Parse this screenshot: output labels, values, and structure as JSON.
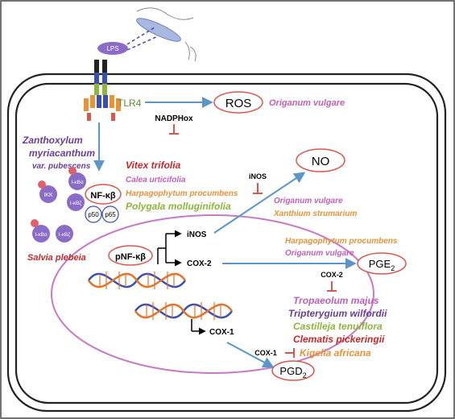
{
  "lps": "LPS",
  "tlr4": "TLR4",
  "ros": "ROS",
  "no": "NO",
  "nadphox": "NADPHox",
  "nf_kb": "NF-κβ",
  "pnf_kb": "pNF-κβ",
  "p50": "p50",
  "p65": "p65",
  "ikk": "IKK",
  "ikba": "I-κBα",
  "ikbz": "I-κBζ",
  "inos": "iNOS",
  "cox2": "COX-2",
  "cox1": "COX-1",
  "pge2": {
    "main": "PGE",
    "sub": "2"
  },
  "pgd2": {
    "main": "PGD",
    "sub": "2"
  },
  "plants": {
    "origanum_vulgare": "Origanum vulgare",
    "zanthoxylum_1": "Zanthoxylum",
    "zanthoxylum_2": "myriacanthum",
    "zanthoxylum_3": "var. pubescens",
    "vitex": "Vitex trifolia",
    "calea": "Calea urticifolia",
    "harpagophytum": "Harpagophytum procumbens",
    "polygala": "Polygala molluginifolia",
    "xanthium": "Xanthium strumarium",
    "salvia": "Salvia plebeia",
    "tropaeolum": "Tropaeolum majus",
    "tripterygium": "Tripterygium wilfordii",
    "castilleja": "Castilleja tenuiflora",
    "clematis": "Clematis pickeringii",
    "kigelia": "Kigelia africana"
  },
  "colors": {
    "arrow": "#5b95c9",
    "inhibit": "#d9574f",
    "green": "#5a8f2e",
    "purple": "#6a3d9a",
    "orange": "#e8923a",
    "pink": "#c05fb8",
    "red": "#c62828",
    "light_green": "#8cb63c",
    "dna_blue": "#3a4fb0",
    "dna_orange": "#e3742a"
  }
}
